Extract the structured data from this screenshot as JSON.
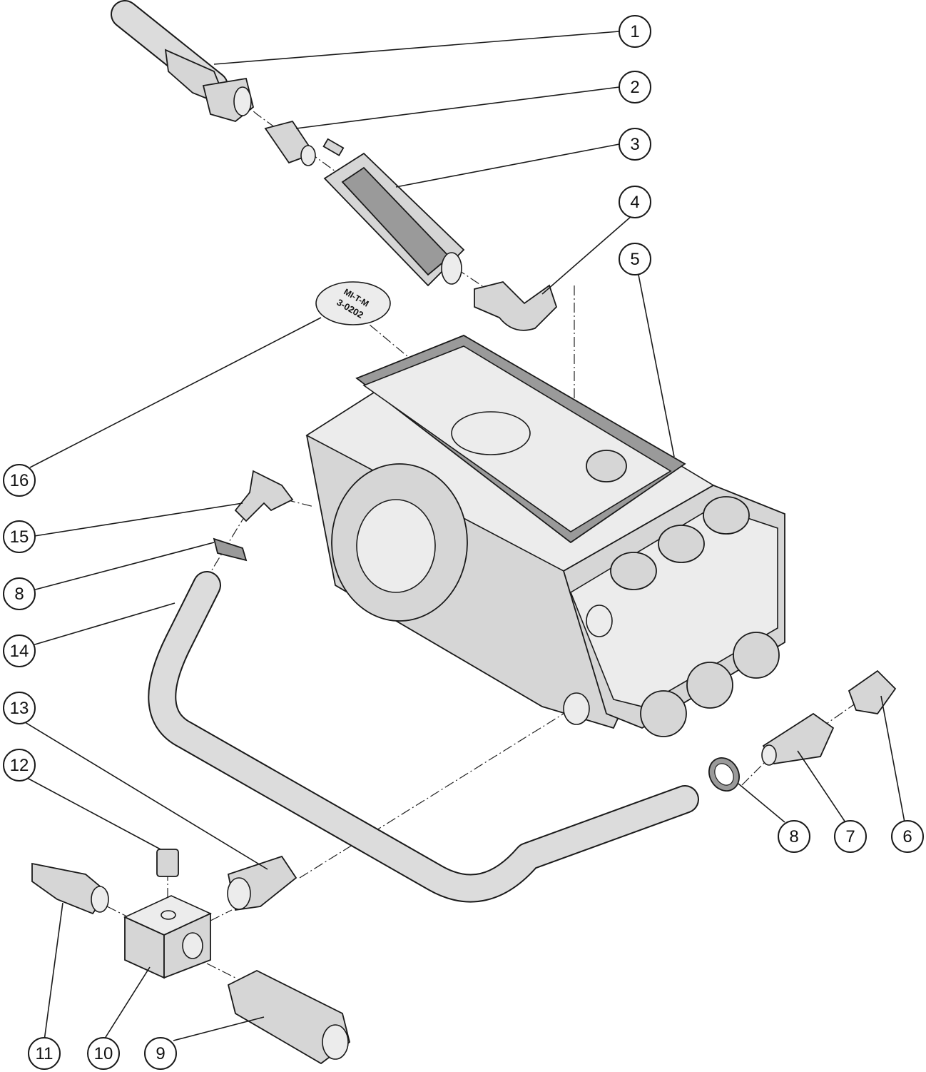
{
  "diagram": {
    "callouts": [
      {
        "id": "c1",
        "label": "1"
      },
      {
        "id": "c2",
        "label": "2"
      },
      {
        "id": "c3",
        "label": "3"
      },
      {
        "id": "c4",
        "label": "4"
      },
      {
        "id": "c5",
        "label": "5"
      },
      {
        "id": "c16",
        "label": "16"
      },
      {
        "id": "c15",
        "label": "15"
      },
      {
        "id": "c8a",
        "label": "8"
      },
      {
        "id": "c14",
        "label": "14"
      },
      {
        "id": "c13",
        "label": "13"
      },
      {
        "id": "c12",
        "label": "12"
      },
      {
        "id": "c8b",
        "label": "8"
      },
      {
        "id": "c7",
        "label": "7"
      },
      {
        "id": "c6",
        "label": "6"
      },
      {
        "id": "c11",
        "label": "11"
      },
      {
        "id": "c10",
        "label": "10"
      },
      {
        "id": "c9",
        "label": "9"
      }
    ],
    "label_plate": {
      "line1": "MI-T-M",
      "line2": "3-0202"
    }
  }
}
